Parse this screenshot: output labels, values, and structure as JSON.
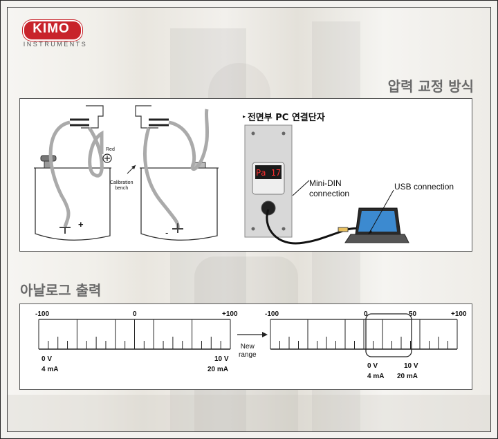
{
  "brand": {
    "name": "KIMO",
    "subtitle": "INSTRUMENTS",
    "color": "#c8232b"
  },
  "sections": {
    "pressure_title": "압력 교정 방식",
    "analog_title": "아날로그 출력"
  },
  "calibration": {
    "red_label": "Red",
    "bench_label": "Calibration\nbench",
    "plus_sign": "+",
    "minus_sign": "-"
  },
  "pc": {
    "title": "전면부 PC 연결단자",
    "display_text": "Pa 17",
    "mini_din_label": "Mini-DIN\nconnection",
    "usb_label": "USB connection"
  },
  "analog": {
    "left_scale": {
      "left_end": "-100",
      "center": "0",
      "right_end": "+100",
      "left_v": "0 V",
      "left_ma": "4 mA",
      "right_v": "10 V",
      "right_ma": "20 mA"
    },
    "arrow_label": "New\nrange",
    "right_scale": {
      "left_end": "-100",
      "zero": "0",
      "fifty": "50",
      "right_end": "+100",
      "left_v": "0 V",
      "left_ma": "4 mA",
      "right_v": "10 V",
      "right_ma": "20 mA"
    }
  }
}
